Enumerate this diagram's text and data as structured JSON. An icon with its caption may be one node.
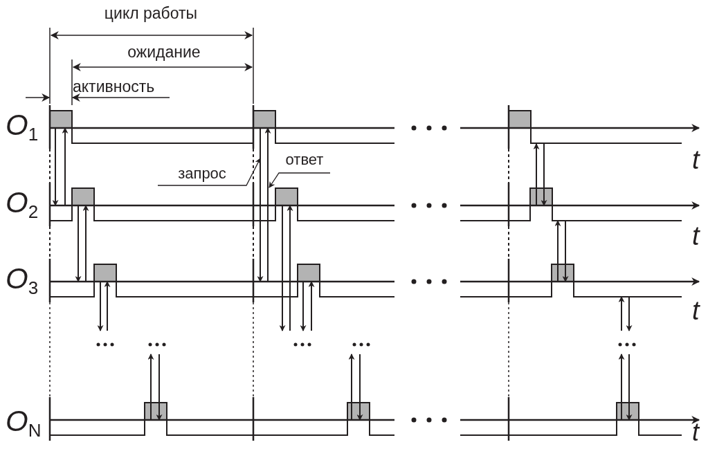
{
  "diagram": {
    "nodes": [
      {
        "text": [
          "запрос"
        ]
      },
      {
        "text": [
          "ответ"
        ]
      }
    ],
    "edges": [
      {
        "from": 0,
        "to": null,
        "arrow": "to"
      },
      {
        "from": 1,
        "to": null,
        "arrow": "to"
      }
    ],
    "labels": [
      "цикл работы",
      "ожидание",
      "активность",
      "O$_{1}$",
      "t",
      "O$_{2}$",
      "t",
      "O$_{3}$",
      "t",
      "O$_{N}$",
      "t"
    ]
  }
}
